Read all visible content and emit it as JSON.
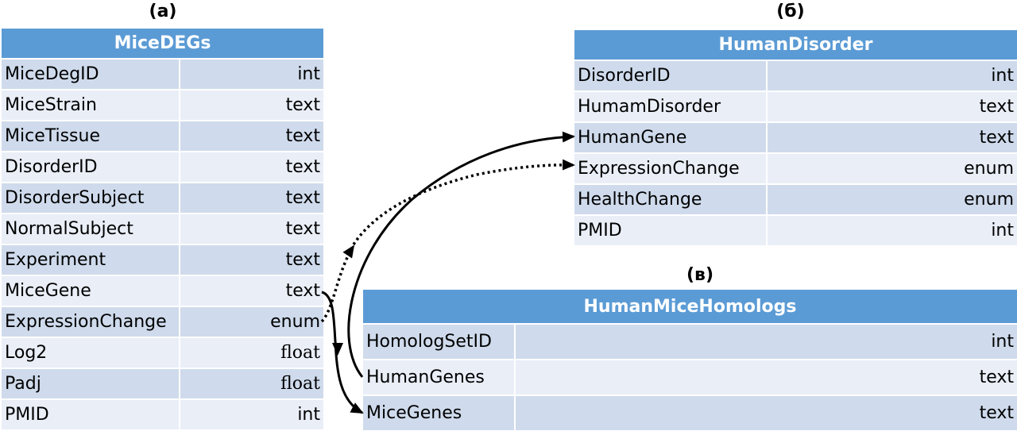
{
  "labels": {
    "a": "(а)",
    "b": "(б)",
    "c": "(в)"
  },
  "mice_degs": {
    "title": "MiceDEGs",
    "rows": [
      {
        "field": "MiceDegID",
        "type": "int"
      },
      {
        "field": "MiceStrain",
        "type": "text"
      },
      {
        "field": "MiceTissue",
        "type": "text"
      },
      {
        "field": "DisorderID",
        "type": "text"
      },
      {
        "field": "DisorderSubject",
        "type": "text"
      },
      {
        "field": "NormalSubject",
        "type": "text"
      },
      {
        "field": "Experiment",
        "type": "text"
      },
      {
        "field": "MiceGene",
        "type": "text"
      },
      {
        "field": "ExpressionChange",
        "type": "enum"
      },
      {
        "field": "Log2",
        "type": "float"
      },
      {
        "field": "Padj",
        "type": "float"
      },
      {
        "field": "PMID",
        "type": "int"
      }
    ]
  },
  "human_disorder": {
    "title": "HumanDisorder",
    "rows": [
      {
        "field": "DisorderID",
        "type": "int"
      },
      {
        "field": "HumamDisorder",
        "type": "text"
      },
      {
        "field": "HumanGene",
        "type": "text"
      },
      {
        "field": "ExpressionChange",
        "type": "enum"
      },
      {
        "field": "HealthChange",
        "type": "enum"
      },
      {
        "field": "PMID",
        "type": "int"
      }
    ]
  },
  "human_mice_homologs": {
    "title": "HumanMiceHomologs",
    "rows": [
      {
        "field": "HomologSetID",
        "type": "int"
      },
      {
        "field": "HumanGenes",
        "type": "text"
      },
      {
        "field": "MiceGenes",
        "type": "text"
      }
    ]
  },
  "colors": {
    "header": "#5b9bd5",
    "row_dark": "#cfdbec",
    "row_light": "#e9eef7"
  }
}
